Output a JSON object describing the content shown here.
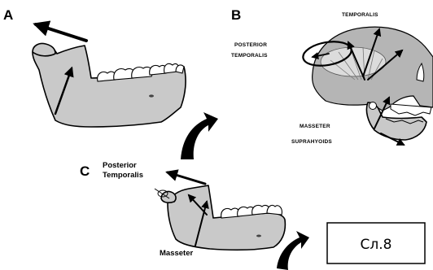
{
  "panels": {
    "a": {
      "letter": "A"
    },
    "b": {
      "letter": "B",
      "posterior_temporalis": [
        "POSTERIOR",
        "TEMPORALIS"
      ],
      "temporalis": "TEMPORALIS",
      "masseter": "MASSETER",
      "suprahyoids": "SUPRAHYOIDS"
    },
    "c": {
      "letter": "C",
      "posterior_temporalis": [
        "Posterior",
        "Temporalis"
      ],
      "masseter": "Masseter"
    }
  },
  "slide_label": "Сл.8",
  "colors": {
    "bone": "#c9c9c9",
    "skull": "#b5b5b5",
    "muscle": "#dcdcdc",
    "ink": "#000000"
  }
}
